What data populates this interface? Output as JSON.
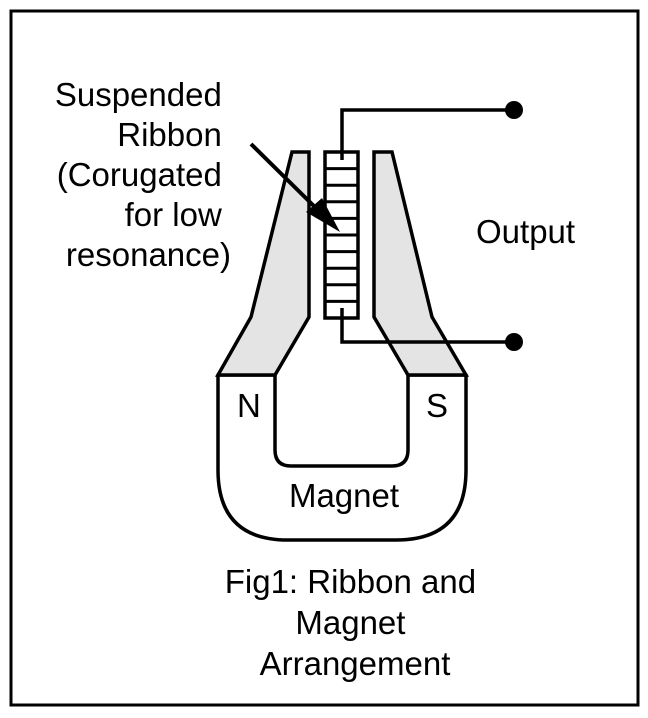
{
  "figure": {
    "caption_lines": [
      "Fig1: Ribbon and",
      "Magnet",
      "Arrangement"
    ]
  },
  "labels": {
    "ribbon_lines": [
      "Suspended",
      "Ribbon",
      "(Corugated",
      "for low",
      "resonance)"
    ],
    "output": "Output",
    "north_pole": "N",
    "south_pole": "S",
    "magnet": "Magnet"
  },
  "components": {
    "ribbon_segments": 10,
    "output_terminals": 2
  },
  "colors": {
    "pole_fill": "#e4e4e4",
    "stroke": "#000000",
    "background": "#ffffff"
  }
}
